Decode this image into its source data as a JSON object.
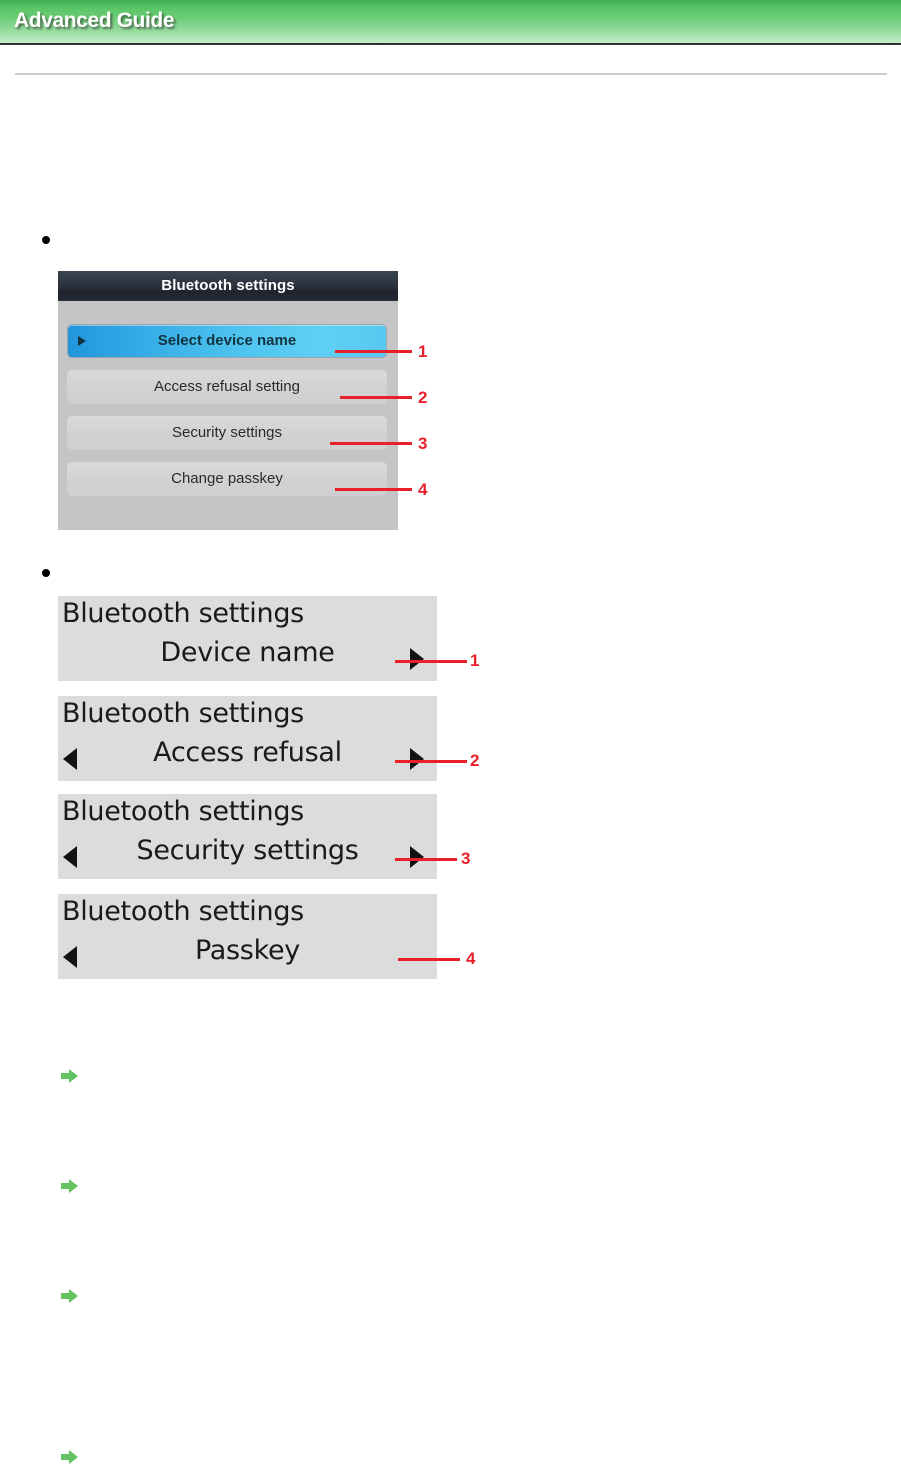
{
  "header": {
    "title": "Advanced Guide",
    "accent_color": "#63c262",
    "gradient_top": "#3fae50",
    "gradient_bottom": "#c8eecb",
    "title_color": "#ffffff"
  },
  "callout_color": "#e8202a",
  "sections": [
    {
      "bullet": "•",
      "screen_type": "color-lcd",
      "screen": {
        "title": "Bluetooth settings",
        "title_bar_color": "#2d3440",
        "body_color": "#c5c5c7",
        "highlight_color": "#4fc4ef",
        "items": [
          {
            "label": "Select device name",
            "selected": true,
            "callout": "1"
          },
          {
            "label": "Access refusal setting",
            "selected": false,
            "callout": "2"
          },
          {
            "label": "Security settings",
            "selected": false,
            "callout": "3"
          },
          {
            "label": "Change passkey",
            "selected": false,
            "callout": "4"
          }
        ]
      }
    },
    {
      "bullet": "•",
      "screen_type": "mono-lcd",
      "screens": [
        {
          "line1": "Bluetooth settings",
          "line2": "Device name",
          "arrow_left": false,
          "arrow_right": true,
          "callout": "1"
        },
        {
          "line1": "Bluetooth settings",
          "line2": "Access refusal",
          "arrow_left": true,
          "arrow_right": true,
          "callout": "2"
        },
        {
          "line1": "Bluetooth settings",
          "line2": "Security settings",
          "arrow_left": true,
          "arrow_right": true,
          "callout": "3"
        },
        {
          "line1": "Bluetooth settings",
          "line2": "Passkey",
          "arrow_left": true,
          "arrow_right": false,
          "callout": "4"
        }
      ]
    }
  ],
  "link_list": [
    {
      "icon": "green-arrow-icon",
      "label": ""
    },
    {
      "icon": "green-arrow-icon",
      "label": ""
    },
    {
      "icon": "green-arrow-icon",
      "label": ""
    },
    {
      "icon": "green-arrow-icon",
      "label": ""
    }
  ]
}
